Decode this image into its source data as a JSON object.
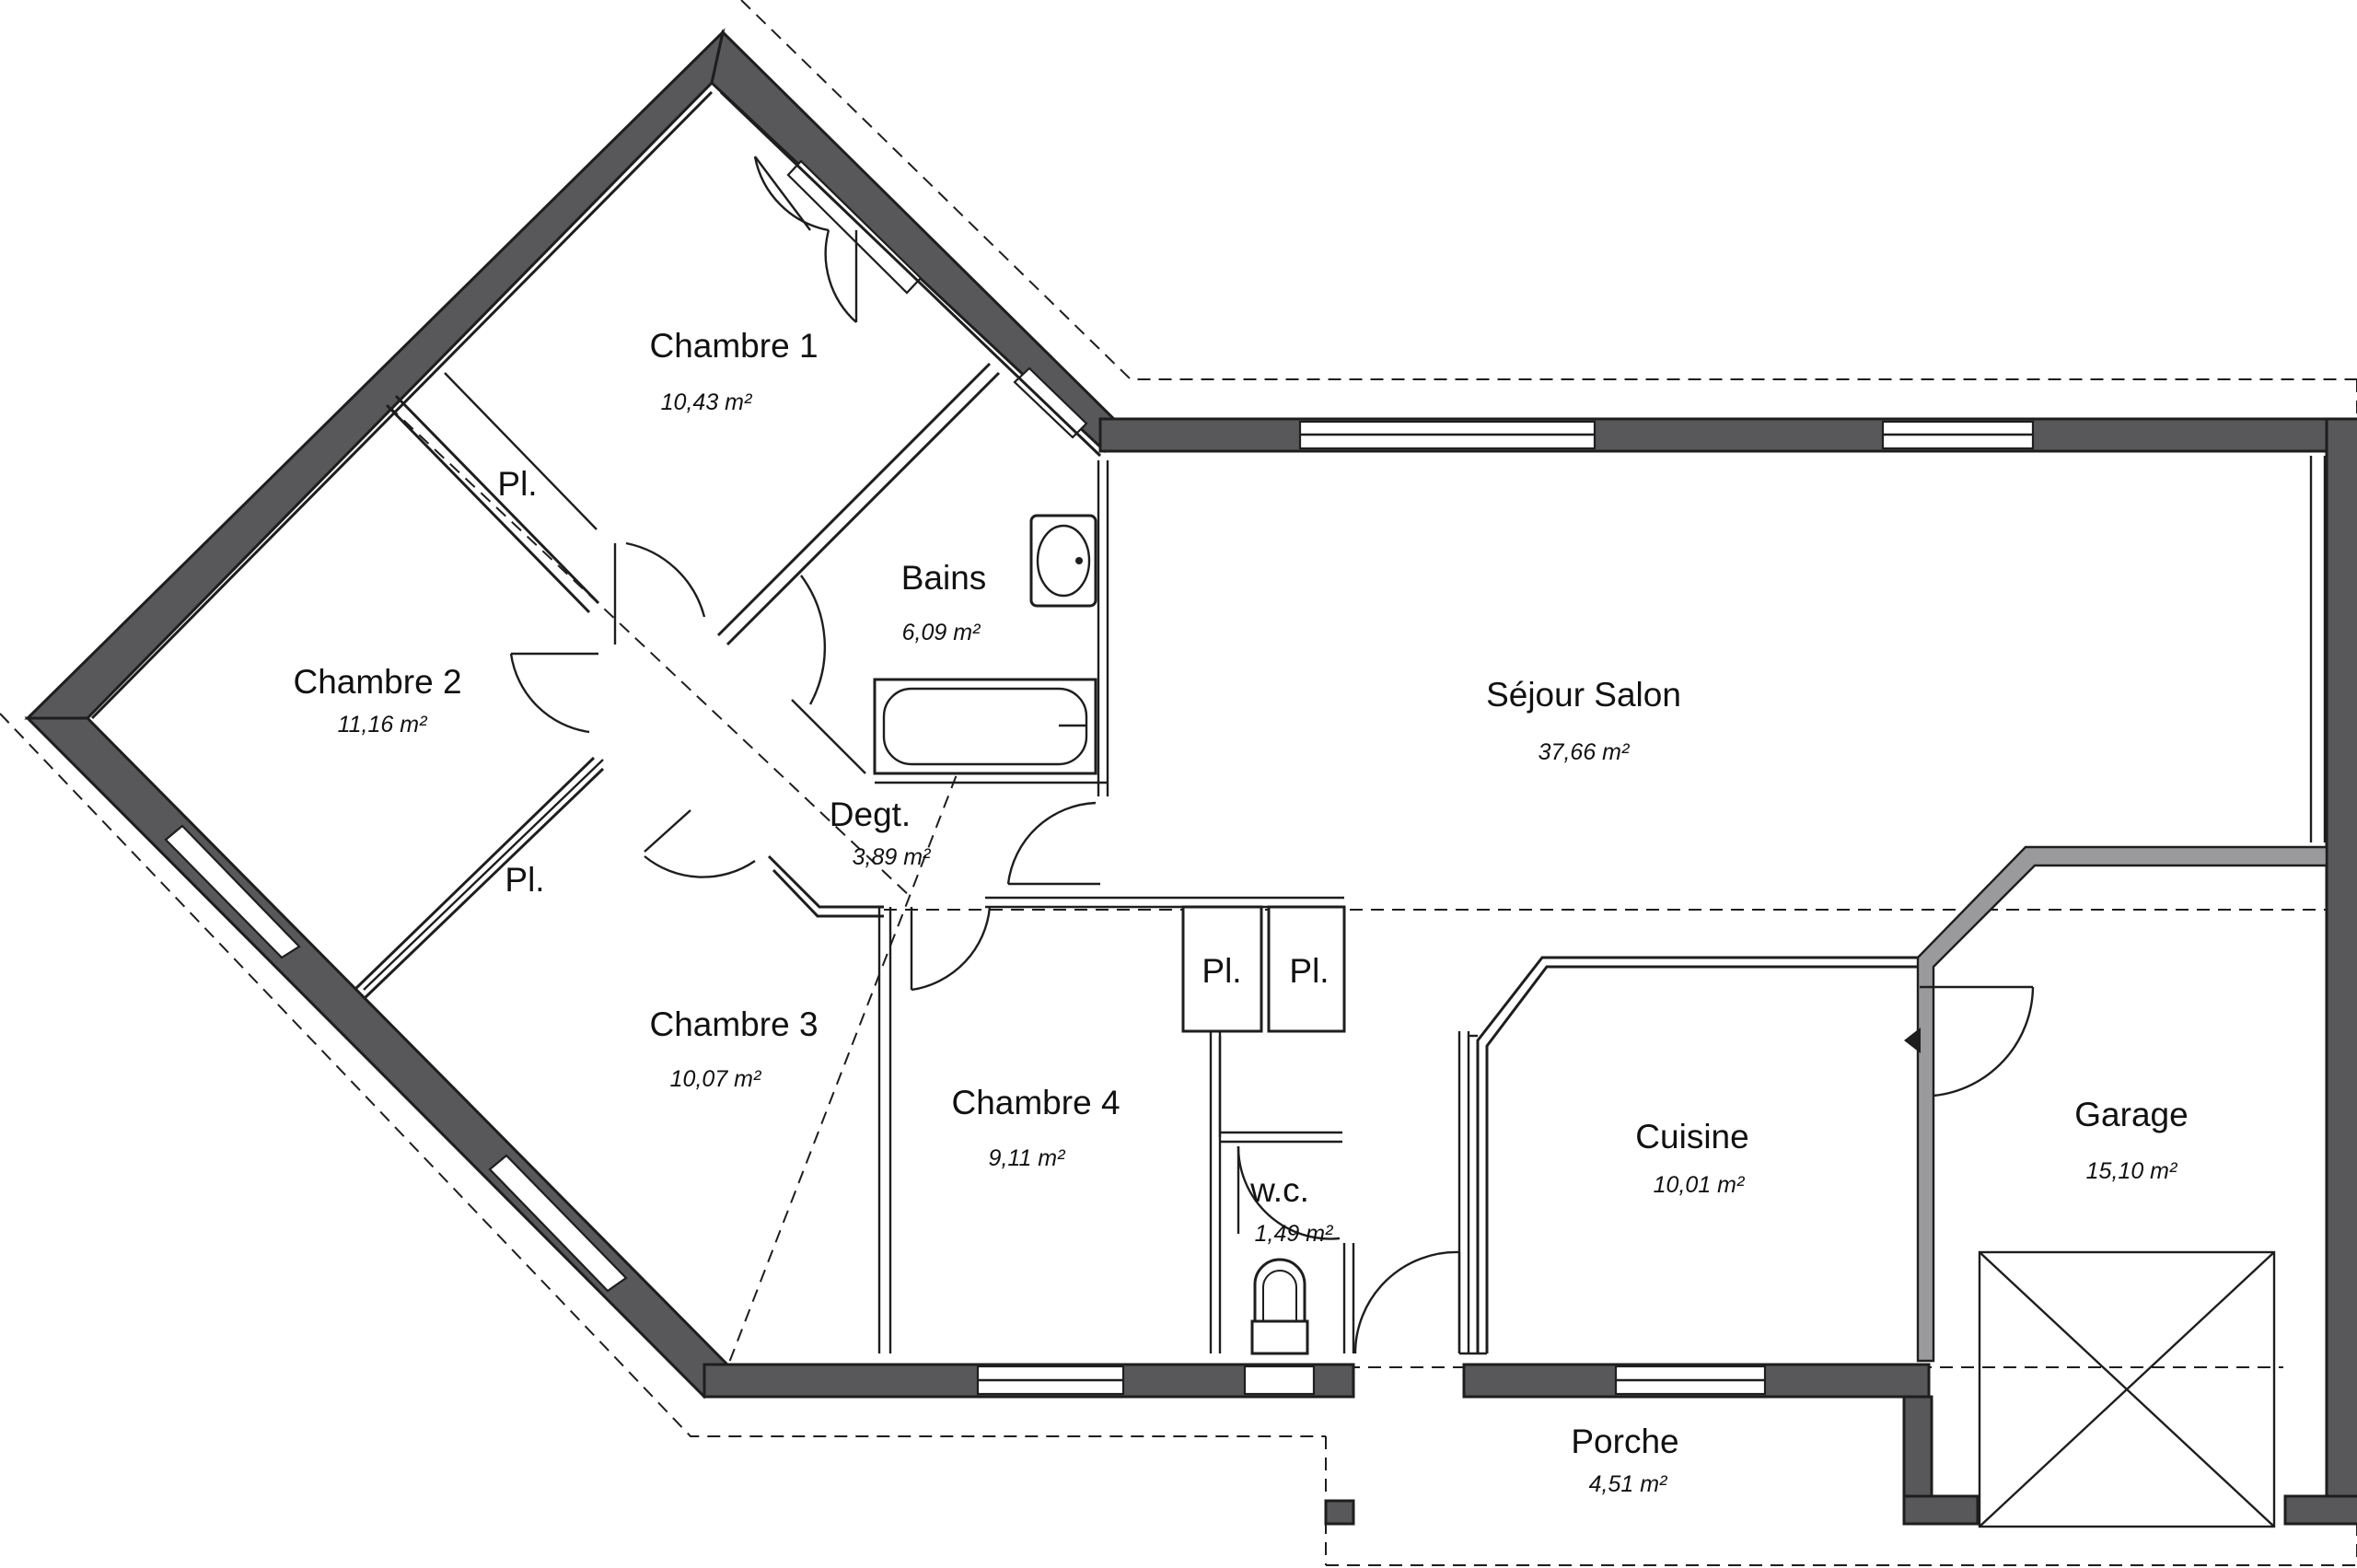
{
  "plan": {
    "rooms": [
      {
        "name": "Chambre 1",
        "area": "10,43 m²"
      },
      {
        "name": "Chambre 2",
        "area": "11,16 m²"
      },
      {
        "name": "Chambre 3",
        "area": "10,07 m²"
      },
      {
        "name": "Chambre 4",
        "area": "9,11 m²"
      },
      {
        "name": "Bains",
        "area": "6,09 m²"
      },
      {
        "name": "Degt.",
        "area": "3,89 m²"
      },
      {
        "name": "Séjour Salon",
        "area": "37,66 m²"
      },
      {
        "name": "Cuisine",
        "area": "10,01 m²"
      },
      {
        "name": "Garage",
        "area": "15,10 m²"
      },
      {
        "name": "w.c.",
        "area": "1,49 m²"
      },
      {
        "name": "Porche",
        "area": "4,51 m²"
      }
    ],
    "closets": [
      "Pl.",
      "Pl.",
      "Pl.",
      "Pl."
    ],
    "colors": {
      "wall": "#58585b",
      "line": "#1e1e1e",
      "garage_wall": "#9a9a9c"
    }
  }
}
